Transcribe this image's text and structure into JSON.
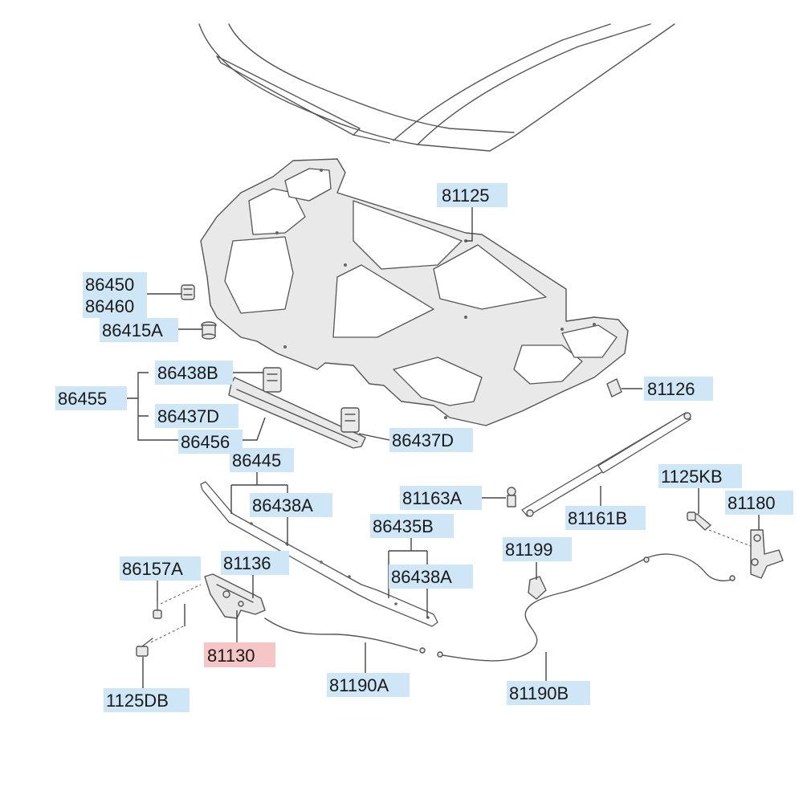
{
  "diagram": {
    "labels": [
      {
        "id": "81125",
        "text": "81125",
        "highlight": false
      },
      {
        "id": "86450",
        "text": "86450",
        "highlight": false
      },
      {
        "id": "86460",
        "text": "86460",
        "highlight": false
      },
      {
        "id": "86415A",
        "text": "86415A",
        "highlight": false
      },
      {
        "id": "86438B",
        "text": "86438B",
        "highlight": false
      },
      {
        "id": "86455",
        "text": "86455",
        "highlight": false
      },
      {
        "id": "86437D_left",
        "text": "86437D",
        "highlight": false
      },
      {
        "id": "86456",
        "text": "86456",
        "highlight": false
      },
      {
        "id": "86437D_right",
        "text": "86437D",
        "highlight": false
      },
      {
        "id": "81126",
        "text": "81126",
        "highlight": false
      },
      {
        "id": "86445",
        "text": "86445",
        "highlight": false
      },
      {
        "id": "86438A_top",
        "text": "86438A",
        "highlight": false
      },
      {
        "id": "81163A",
        "text": "81163A",
        "highlight": false
      },
      {
        "id": "1125KB",
        "text": "1125KB",
        "highlight": false
      },
      {
        "id": "81180",
        "text": "81180",
        "highlight": false
      },
      {
        "id": "86435B",
        "text": "86435B",
        "highlight": false
      },
      {
        "id": "81161B",
        "text": "81161B",
        "highlight": false
      },
      {
        "id": "81199",
        "text": "81199",
        "highlight": false
      },
      {
        "id": "86157A",
        "text": "86157A",
        "highlight": false
      },
      {
        "id": "81136",
        "text": "81136",
        "highlight": false
      },
      {
        "id": "86438A_bottom",
        "text": "86438A",
        "highlight": false
      },
      {
        "id": "81130",
        "text": "81130",
        "highlight": true
      },
      {
        "id": "81190A",
        "text": "81190A",
        "highlight": false
      },
      {
        "id": "81190B",
        "text": "81190B",
        "highlight": false
      },
      {
        "id": "1125DB",
        "text": "1125DB",
        "highlight": false
      }
    ]
  },
  "colors": {
    "label_fill": "#cfe6f7",
    "label_highlight_fill": "#f6c6c6",
    "line": "#555555"
  }
}
